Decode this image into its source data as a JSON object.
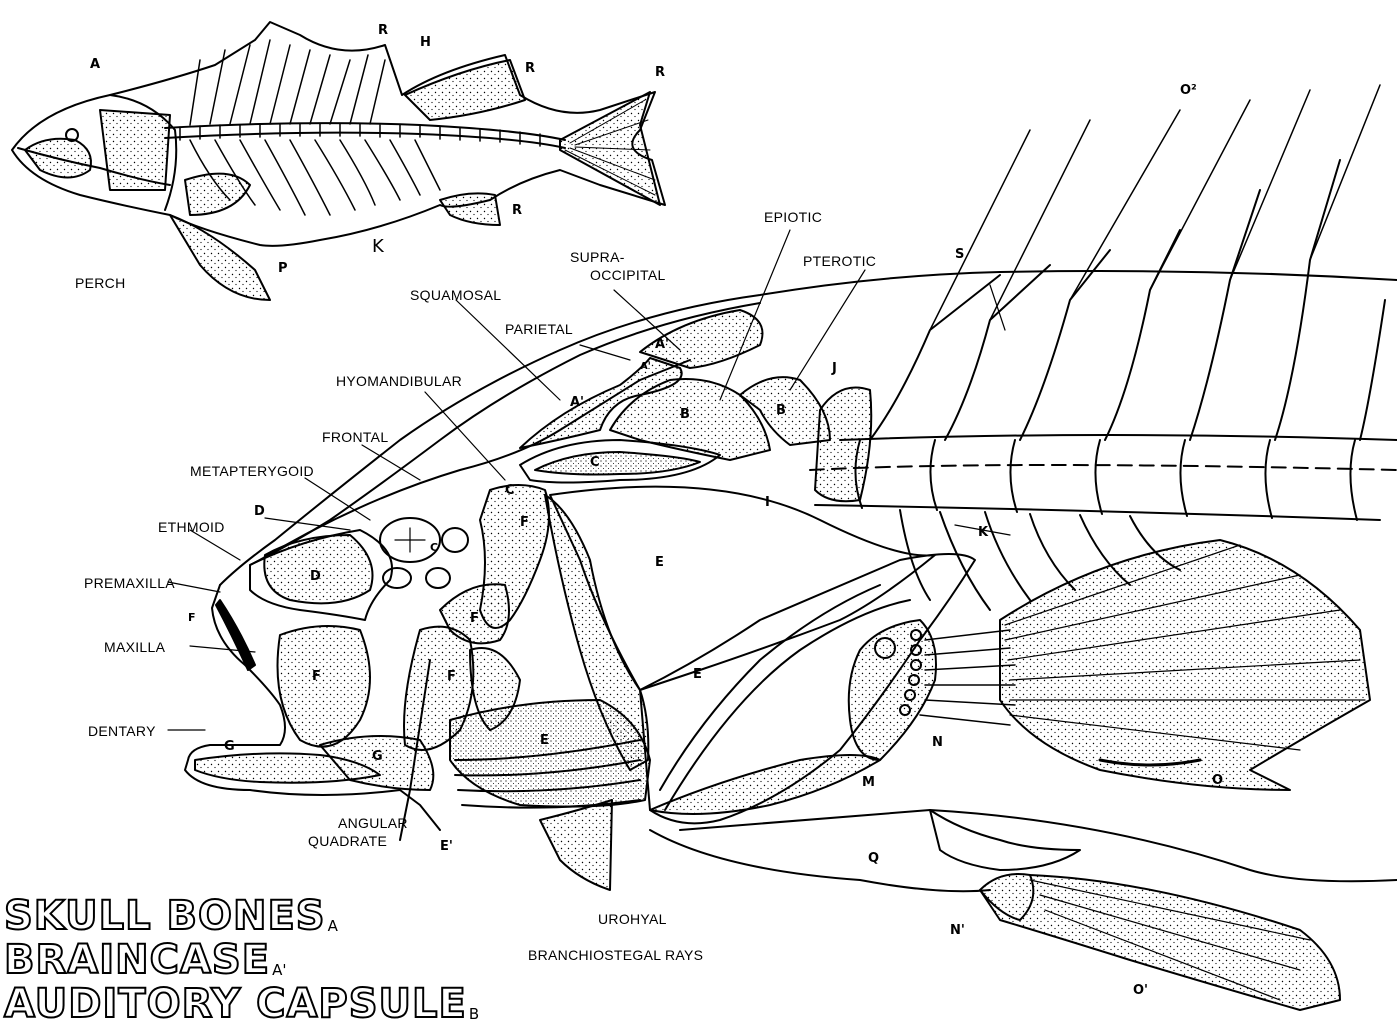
{
  "titles": {
    "line1": "SKULL BONES",
    "line1_sub": "A",
    "line2": "BRAINCASE",
    "line2_sub": "A'",
    "line3": "AUDITORY CAPSULE",
    "line3_sub": "B"
  },
  "inset": {
    "caption": "PERCH",
    "letters": {
      "a": "A",
      "r1": "R",
      "h": "H",
      "r2": "R",
      "r3": "R",
      "k": "K",
      "r4": "R",
      "p": "P"
    }
  },
  "labels": {
    "epiotic": "EPIOTIC",
    "supraoccipital_1": "SUPRA-",
    "supraoccipital_2": "OCCIPITAL",
    "pterotic": "PTEROTIC",
    "squamosal": "SQUAMOSAL",
    "parietal": "PARIETAL",
    "hyomandibular": "HYOMANDIBULAR",
    "frontal": "FRONTAL",
    "metapterygoid": "METAPTERYGOID",
    "ethmoid": "ETHMOID",
    "premaxilla": "PREMAXILLA",
    "maxilla": "MAXILLA",
    "dentary": "DENTARY",
    "angular": "ANGULAR",
    "quadrate": "QUADRATE",
    "urohyal": "UROHYAL",
    "branchiostegal": "BRANCHIOSTEGAL RAYS"
  },
  "letters": {
    "o2": "O²",
    "s": "S",
    "j": "J",
    "a_prime_top": "A'",
    "a_prime_small": "A'",
    "a_prime_mid": "A'",
    "b1": "B",
    "b2": "B",
    "c_top": "C",
    "c_cross": "C",
    "c_low": "C",
    "i": "I",
    "d_small": "D",
    "d": "D",
    "e1": "E",
    "e2": "E",
    "e3": "E",
    "e_low": "E'",
    "f_top": "F",
    "f_mid": "F",
    "f_left": "F",
    "f_low": "F",
    "f_small": "F",
    "g1": "G",
    "g2": "G",
    "k": "K",
    "m": "M",
    "n": "N",
    "n_prime": "N'",
    "o": "O",
    "o_prime": "O'",
    "q": "Q"
  }
}
